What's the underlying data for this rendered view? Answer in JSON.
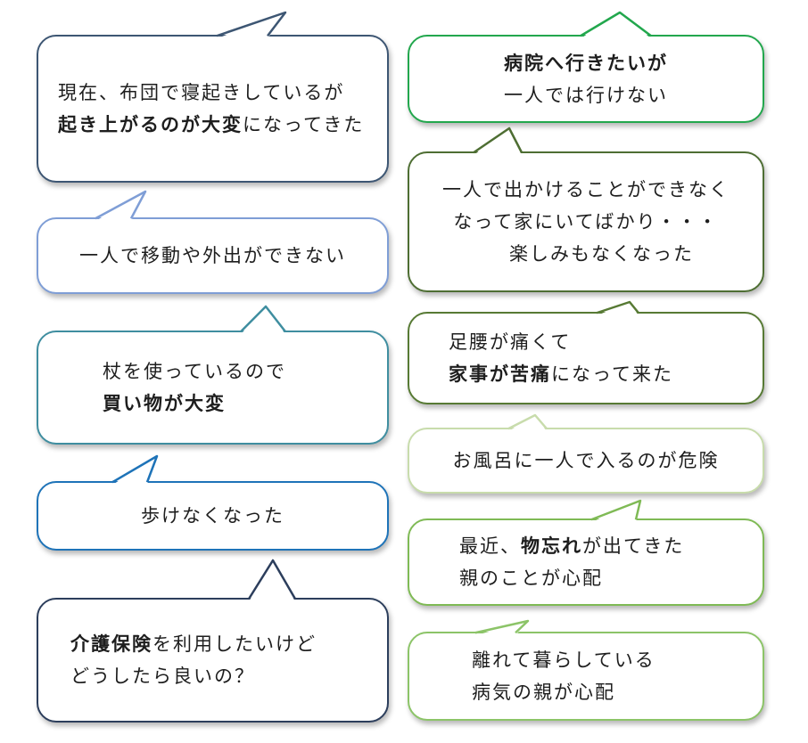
{
  "bubbles": [
    {
      "id": "left-1",
      "color": "#3d5673",
      "lines": [
        [
          {
            "t": "現在、布団で寝起きしているが",
            "b": false
          }
        ],
        [
          {
            "t": "起き上がるのが大変",
            "b": true
          },
          {
            "t": "になってきた",
            "b": false
          }
        ]
      ]
    },
    {
      "id": "left-2",
      "color": "#7f9ed6",
      "lines": [
        [
          {
            "t": "一人で移動や外出ができない",
            "b": false
          }
        ]
      ]
    },
    {
      "id": "left-3",
      "color": "#3f8ea0",
      "lines": [
        [
          {
            "t": "杖を使っているので",
            "b": false
          }
        ],
        [
          {
            "t": "買い物が大変",
            "b": true
          }
        ]
      ]
    },
    {
      "id": "left-4",
      "color": "#1e73b8",
      "lines": [
        [
          {
            "t": "歩けなくなった",
            "b": false
          }
        ]
      ]
    },
    {
      "id": "left-5",
      "color": "#2c3e5c",
      "lines": [
        [
          {
            "t": "介護保険",
            "b": true
          },
          {
            "t": "を利用したいけど",
            "b": false
          }
        ],
        [
          {
            "t": "どうしたら良いの？",
            "b": false
          }
        ]
      ]
    },
    {
      "id": "right-1",
      "color": "#22a74d",
      "lines": [
        [
          {
            "t": "病院へ行きたいが",
            "b": true
          }
        ],
        [
          {
            "t": "一人では行けない",
            "b": false
          }
        ]
      ]
    },
    {
      "id": "right-2",
      "color": "#4e6e33",
      "lines": [
        [
          {
            "t": "一人で出かけることができなく",
            "b": false
          }
        ],
        [
          {
            "t": "なって家にいてばかり・・・",
            "b": false
          }
        ],
        [
          {
            "t": "楽しみもなくなった",
            "b": false
          }
        ]
      ]
    },
    {
      "id": "right-3",
      "color": "#577a34",
      "lines": [
        [
          {
            "t": "足腰が痛くて",
            "b": false
          }
        ],
        [
          {
            "t": "家事が苦痛",
            "b": true
          },
          {
            "t": "になって来た",
            "b": false
          }
        ]
      ]
    },
    {
      "id": "right-4",
      "color": "#c8dcac",
      "lines": [
        [
          {
            "t": "お風呂に一人で入るのが危険",
            "b": false
          }
        ]
      ]
    },
    {
      "id": "right-5",
      "color": "#7fba55",
      "lines": [
        [
          {
            "t": "最近、",
            "b": false
          },
          {
            "t": "物忘れ",
            "b": true
          },
          {
            "t": "が出てきた",
            "b": false
          }
        ],
        [
          {
            "t": "親のことが心配",
            "b": false
          }
        ]
      ]
    },
    {
      "id": "right-6",
      "color": "#8cc468",
      "lines": [
        [
          {
            "t": "離れて暮らしている",
            "b": false
          }
        ],
        [
          {
            "t": "病気の親が心配",
            "b": false
          }
        ]
      ]
    }
  ]
}
